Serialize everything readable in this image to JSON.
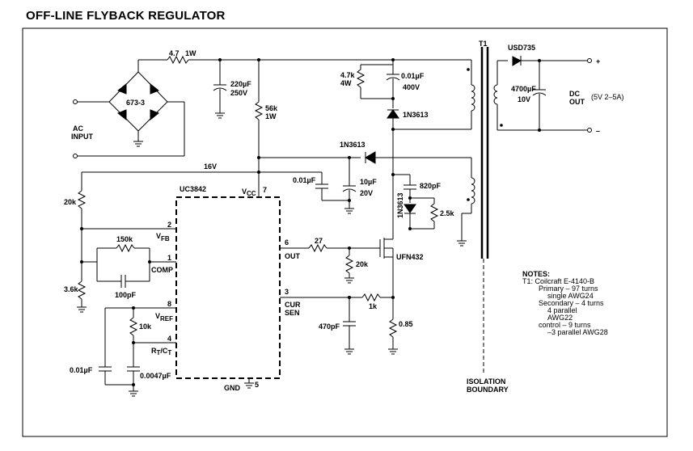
{
  "title": "OFF-LINE FLYBACK REGULATOR",
  "labels": {
    "r_4_7": "4.7",
    "r_1w_top": "1W",
    "bridge": "673-3",
    "ac1": "AC",
    "ac2": "INPUT",
    "c220": "220µF",
    "c250": "250V",
    "r56k": "56k",
    "r56k_1w": "1W",
    "r47k": "4.7k",
    "r47k_4w": "4W",
    "c001_top": "0.01µF",
    "c400v": "400V",
    "d1n3613_a": "1N3613",
    "t1": "T1",
    "usd": "USD735",
    "c4700": "4700µF",
    "c10v": "10V",
    "dc1": "DC",
    "dc2": "OUT",
    "dc_spec": "(5V  2–5A)",
    "plus": "+",
    "minus": "–",
    "d1n3613_b": "1N3613",
    "v16": "16V",
    "ic": "UC3842",
    "vcc_v": "V",
    "vcc_sub": "CC",
    "pin7": "7",
    "c001_mid": "0.01µF",
    "c10u": "10µF",
    "c20v": "20V",
    "c820": "820pF",
    "d1n3613_c": "1N3613",
    "r25k": "2.5k",
    "r20k_left": "20k",
    "pin2": "2",
    "vfb_v": "V",
    "vfb_sub": "FB",
    "r150k": "150k",
    "pin1": "1",
    "comp": "COMP",
    "r36k": "3.6k",
    "c100p": "100pF",
    "pin6": "6",
    "out": "OUT",
    "r27": "27",
    "r20k_gate": "20k",
    "fet": "UFN432",
    "pin3": "3",
    "cur": "CUR",
    "sen": "SEN",
    "r1k": "1k",
    "c470p": "470pF",
    "r085": "0.85",
    "pin8": "8",
    "vref_v": "V",
    "vref_sub": "REF",
    "r10k": "10k",
    "pin4": "4",
    "rtct": "R",
    "rtct_sub1": "T",
    "rtct_slash": "/C",
    "rtct_sub2": "T",
    "c001_bot": "0.01µF",
    "c0047": "0.0047µF",
    "gnd": "GND",
    "pin5": "5",
    "iso1": "ISOLATION",
    "iso2": "BOUNDARY"
  },
  "notes": [
    "NOTES:",
    "T1:  Coilcraft E-4140-B",
    "Primary – 97 turns",
    "single AWG24",
    "Secondary – 4 turns",
    "4 parallel",
    "AWG22",
    "control – 9 turns",
    "–3 parallel AWG28"
  ]
}
